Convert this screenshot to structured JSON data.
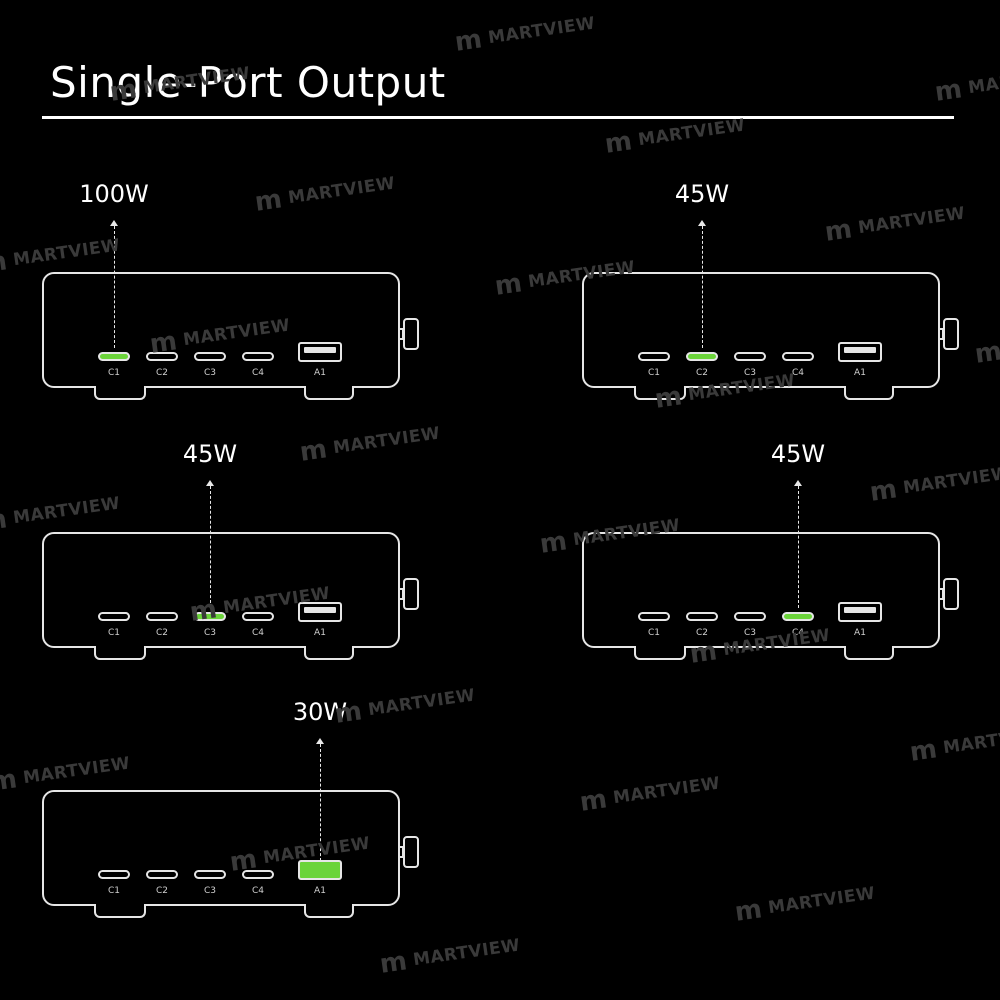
{
  "title": "Single-Port Output",
  "watermark_text": "MARTVIEW",
  "accent_color": "#6bd43a",
  "panels": [
    {
      "wattage": "100W",
      "active_port": "C1"
    },
    {
      "wattage": "45W",
      "active_port": "C2"
    },
    {
      "wattage": "45W",
      "active_port": "C3"
    },
    {
      "wattage": "45W",
      "active_port": "C4"
    },
    {
      "wattage": "30W",
      "active_port": "A1"
    }
  ],
  "ports": [
    "C1",
    "C2",
    "C3",
    "C4",
    "A1"
  ]
}
